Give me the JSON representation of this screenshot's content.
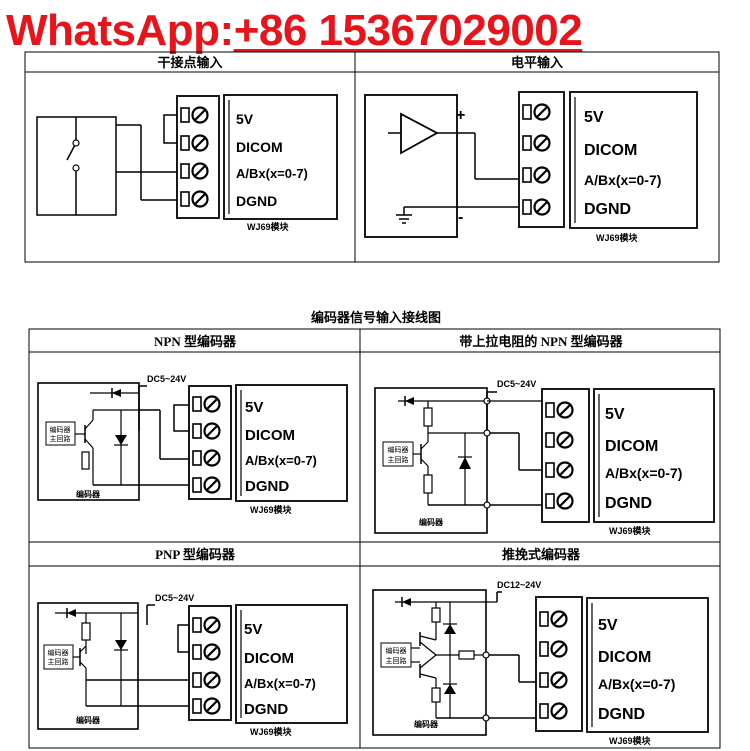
{
  "watermark": {
    "label": "WhatsApp:",
    "number": "+86 15367029002"
  },
  "pin_labels": [
    "5V",
    "DICOM",
    "A/Bx(x=0-7)",
    "DGND"
  ],
  "module_label": "WJ69模块",
  "top_panels": {
    "left_title": "干接点输入",
    "right_title": "电平输入"
  },
  "level_input": {
    "plus": "+",
    "minus": "-"
  },
  "encoder_section_title": "编码器信号输入接线图",
  "encoders": {
    "npn": {
      "title": "NPN 型编码器",
      "voltage": "DC5~24V"
    },
    "npn_pullup": {
      "title": "带上拉电阻的 NPN 型编码器",
      "voltage": "DC5~24V"
    },
    "pnp": {
      "title": "PNP 型编码器",
      "voltage": "DC5~24V"
    },
    "pushpull": {
      "title": "推挽式编码器",
      "voltage": "DC12~24V"
    }
  },
  "encoder_circuit_label": [
    "编码器",
    "主回路"
  ],
  "encoder_label": "编码器"
}
